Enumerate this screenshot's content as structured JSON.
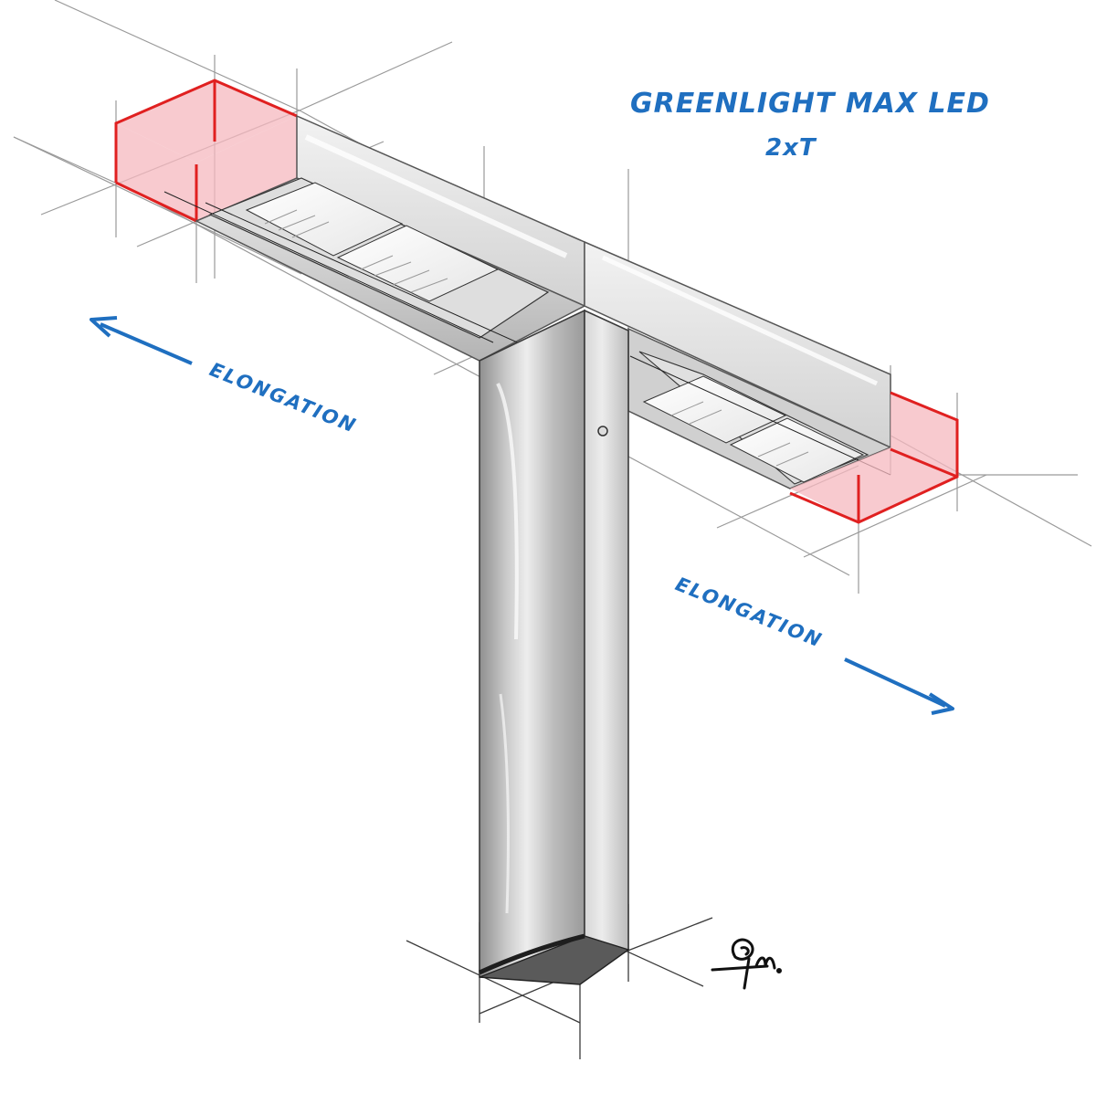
{
  "title": "GREENLIGHT MAX LED",
  "subtitle": "2xT",
  "elongation_left": "ELONGATION",
  "elongation_right": "ELONGATION",
  "colors": {
    "annotation_blue": "#1f6fc0",
    "extension_red": "#e02020",
    "extension_fill": "#f6b8bf",
    "metal_light": "#e4e4e4",
    "metal_mid": "#c8c8c8",
    "metal_dark": "#8e8e8e"
  },
  "icons": {
    "left_arrow": "arrow-up-left-icon",
    "right_arrow": "arrow-down-right-icon",
    "signature": "artist-signature-icon"
  }
}
